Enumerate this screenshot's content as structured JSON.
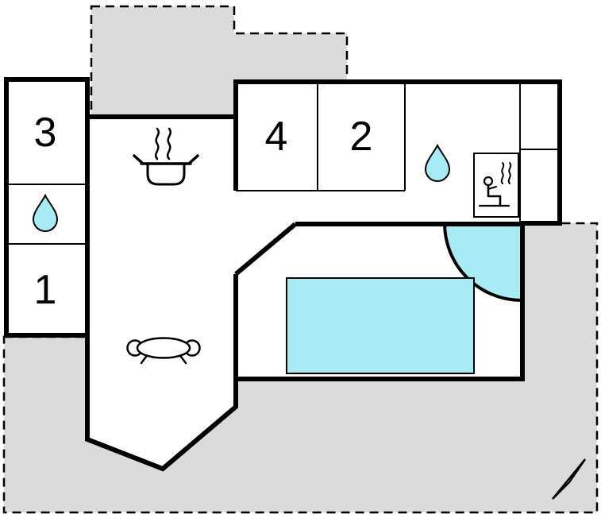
{
  "colors": {
    "wall": "#000000",
    "floor": "#ffffff",
    "plot": "#dbdbdb",
    "water": "#a9ebf5"
  },
  "rooms": {
    "room3": {
      "label": "3"
    },
    "room1": {
      "label": "1"
    },
    "room4": {
      "label": "4"
    },
    "room2": {
      "label": "2"
    }
  },
  "icons": {
    "bath_left": "water-drop-icon",
    "bath_right": "water-drop-icon",
    "kitchen": "stove-icon",
    "living_room": "sofa-icon",
    "sauna": "sauna-icon",
    "compass": "north-arrow-icon"
  },
  "features": {
    "pool": "pool-rectangle",
    "corner_bath": "corner-quarter-circle",
    "plot_border": "dashed-boundary"
  }
}
